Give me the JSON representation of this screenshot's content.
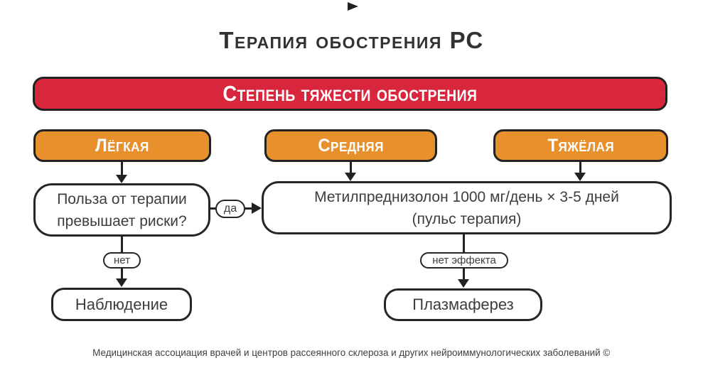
{
  "header": {
    "title": "Терапия обострения РС"
  },
  "banner": {
    "label": "Степень тяжести обострения"
  },
  "severity": [
    {
      "id": "light",
      "label": "Лёгкая"
    },
    {
      "id": "medium",
      "label": "Средняя"
    },
    {
      "id": "severe",
      "label": "Тяжёлая"
    }
  ],
  "nodes": {
    "question": {
      "line1": "Польза от терапии",
      "line2": "превышает риски?"
    },
    "treatment": {
      "line1": "Метилпреднизолон 1000 мг/день × 3-5 дней",
      "line2": "(пульс терапия)"
    },
    "observation": {
      "label": "Наблюдение"
    },
    "plasmapheresis": {
      "label": "Плазмаферез"
    }
  },
  "edges": {
    "yes": "да",
    "no": "нет",
    "no_effect": "нет эффекта"
  },
  "footer": {
    "credit": "Медицинская ассоциация врачей и центров рассеянного склероза и других нейроиммунологических заболеваний ©"
  },
  "colors": {
    "banner_red": "#d8263c",
    "severity_orange": "#e8912c",
    "stroke": "#222222",
    "text_dark": "#3d3d3d"
  }
}
